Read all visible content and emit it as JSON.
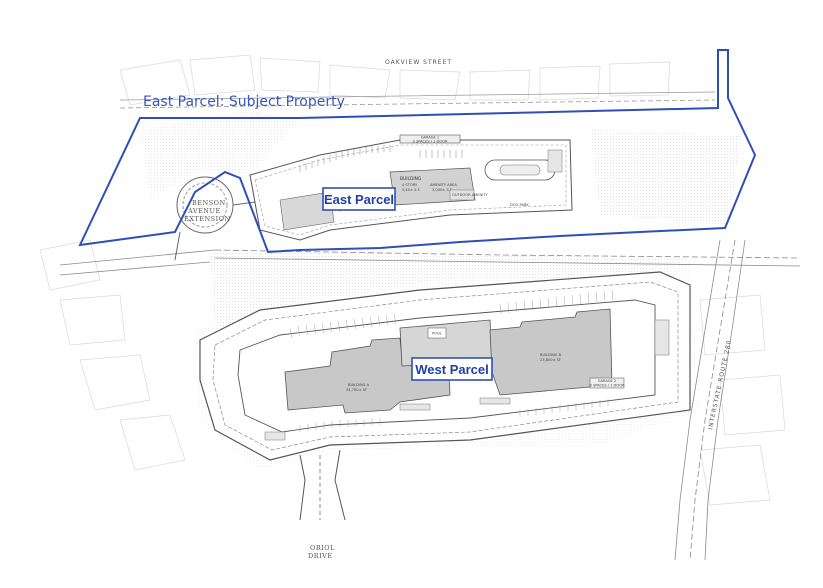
{
  "map": {
    "subject_property_label": "East Parcel: Subject Property",
    "east_parcel_label": "East Parcel",
    "west_parcel_label": "West Parcel",
    "streets": {
      "oakview": "OAKVIEW STREET",
      "benson_line1": "BENSON",
      "benson_line2": "AVENUE",
      "benson_line3": "EXTENSION",
      "oriol_line1": "ORIOL",
      "oriol_line2": "DRIVE",
      "interstate": "INTERSTATE ROUTE 280"
    },
    "east_site": {
      "garage_line1": "GARAGE 1",
      "garage_line2": "3 SPACES / 1 DOOR",
      "building_title": "BUILDING",
      "building_stories": "4 STORY",
      "building_area": "5,40± S.F.",
      "amenity_title": "AMENITY AREA",
      "amenity_area": "3,000± S.F.",
      "outdoor_amenity": "OUTDOOR AMENITY",
      "dog_park": "DOG PARK"
    },
    "west_site": {
      "pool": "POOL",
      "building_a_title": "BUILDING A",
      "building_a_area": "24,700± SF",
      "building_b_title": "BUILDING B",
      "building_b_area": "23,800± SF",
      "garage_line1": "GARAGE 2",
      "garage_line2": "6 SPACES / 1 DOOR"
    },
    "colors": {
      "boundary": "#2f4fb5",
      "callout_text": "#1f3fa8",
      "building_fill": "#c8c8c8",
      "linework": "#555555"
    }
  }
}
